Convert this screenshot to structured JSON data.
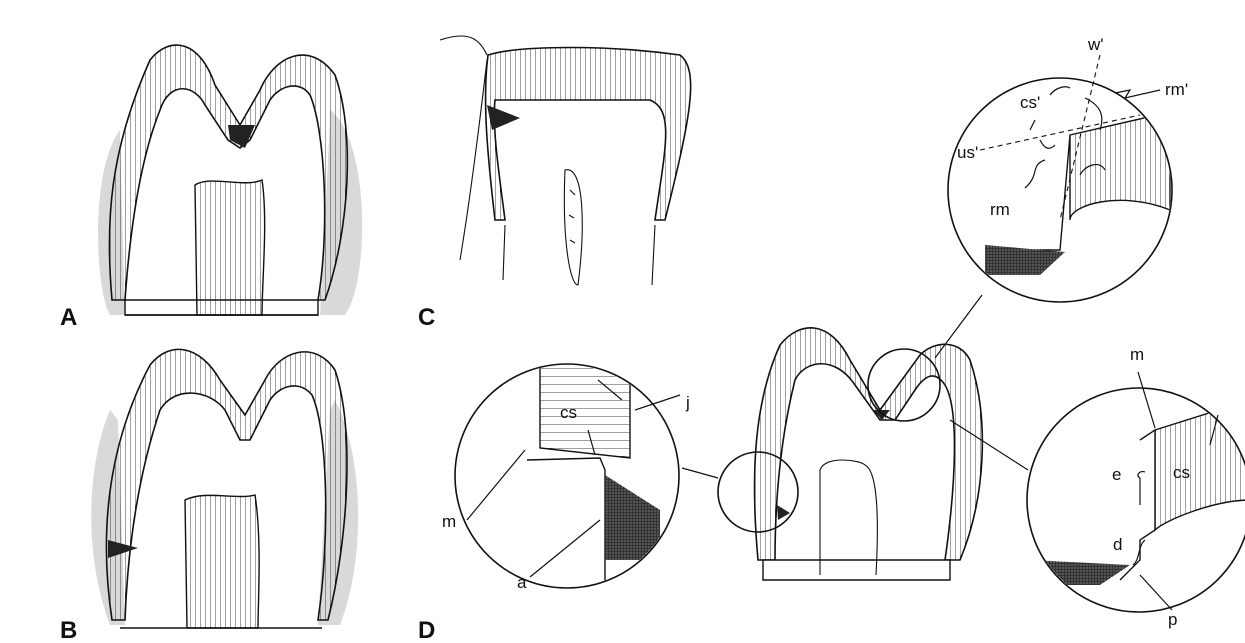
{
  "panels": {
    "a": "A",
    "b": "B",
    "c": "C",
    "d": "D"
  },
  "labels": {
    "w_prime": "w'",
    "cs_prime": "cs'",
    "rm_prime": "rm'",
    "us_prime": "us'",
    "rm": "rm",
    "cs_left": "cs",
    "j": "j",
    "m_left": "m",
    "a": "a",
    "m_right": "m",
    "e": "e",
    "cs_right": "cs",
    "d": "d",
    "p": "p"
  }
}
